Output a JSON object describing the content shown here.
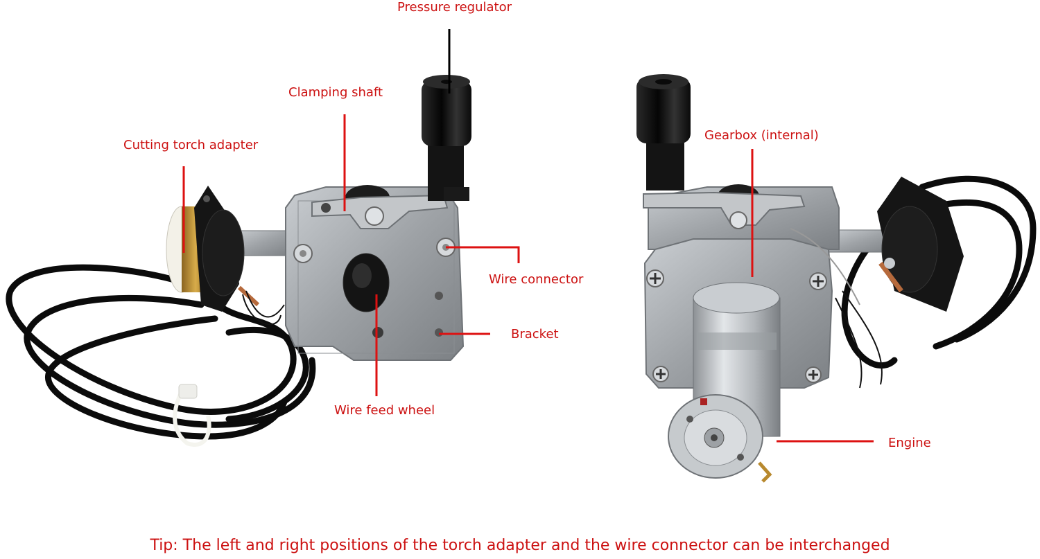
{
  "colors": {
    "label": "#cc1111",
    "leader": "#dd1111",
    "metal": "#a9adb1",
    "metal_dark": "#6f7377",
    "knob": "#141414",
    "hose": "#0b0b0b",
    "brass": "#b8892e",
    "copper": "#b66a3c"
  },
  "labels": {
    "pressure_regulator": "Pressure regulator",
    "clamping_shaft": "Clamping shaft",
    "cutting_torch_adapter": "Cutting torch adapter",
    "wire_connector": "Wire connector",
    "bracket": "Bracket",
    "wire_feed_wheel": "Wire feed wheel",
    "gearbox": "Gearbox (internal)",
    "engine": "Engine"
  },
  "tip": "Tip: The left and right positions of the torch adapter and the wire connector can be interchanged"
}
